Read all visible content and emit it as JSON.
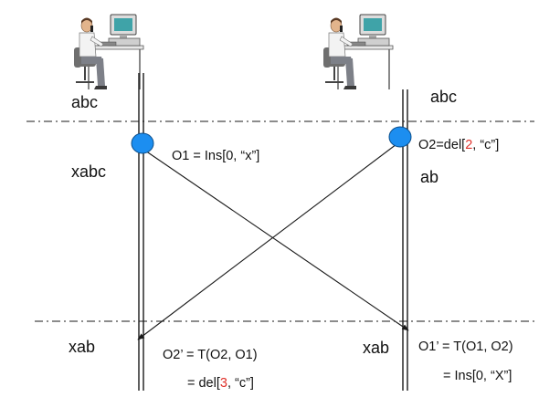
{
  "site_left": {
    "initial_state": "abc",
    "state_after_o1": "xabc",
    "final_state": "xab",
    "local_op": "O1 = Ins[0, “x”]",
    "transform_line1": "O2’ = T(O2, O1)",
    "transform_line2": {
      "before": "= del[",
      "highlight": "3",
      "after": ", “c”]"
    }
  },
  "site_right": {
    "initial_state": "abc",
    "state_after_o2": "ab",
    "final_state": "xab",
    "local_op": {
      "before": "O2=del[",
      "highlight": "2",
      "after": ", “c”]"
    },
    "transform_line1": "O1’ = T(O1, O2)",
    "transform_line2": "= Ins[0, “X”]"
  },
  "colors": {
    "highlight": "#e0322c",
    "op_node": "#1c8ef0",
    "line": "#1a1a1a"
  },
  "icons": [
    "user-at-computer-icon",
    "user-at-computer-icon"
  ]
}
